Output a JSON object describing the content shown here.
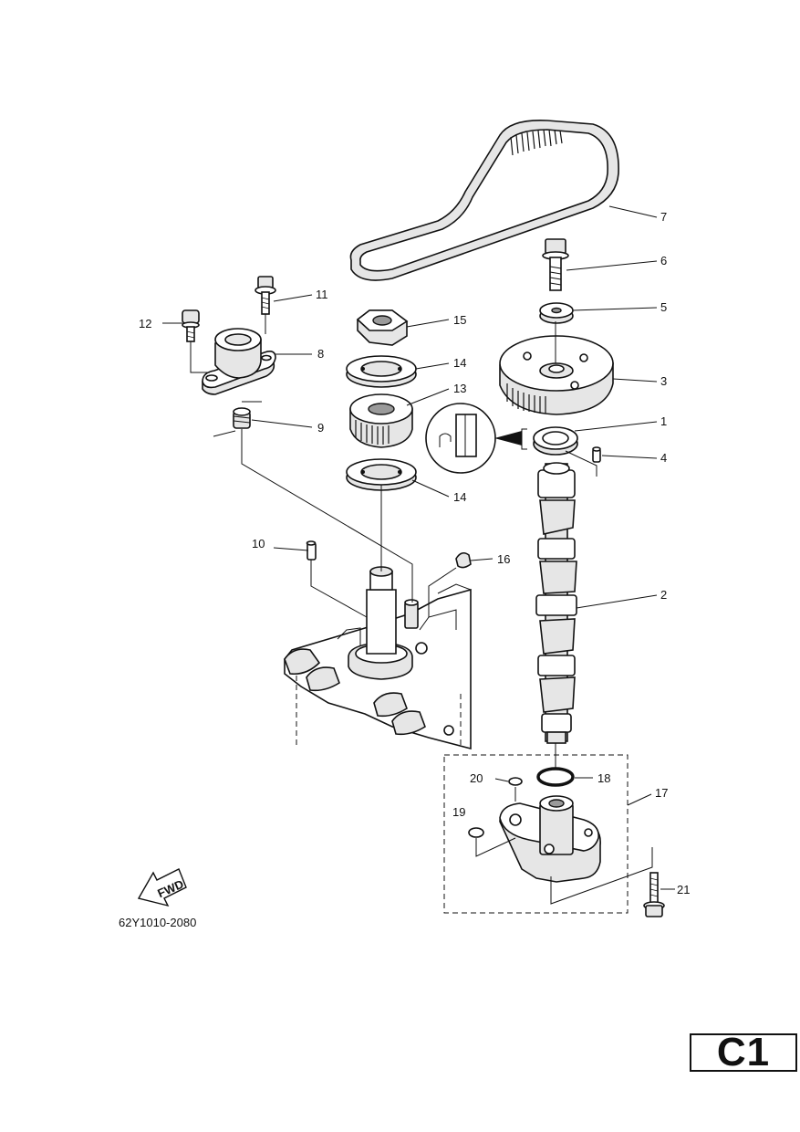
{
  "diagram": {
    "callouts": [
      {
        "id": "1",
        "label": "1"
      },
      {
        "id": "2",
        "label": "2"
      },
      {
        "id": "3",
        "label": "3"
      },
      {
        "id": "4",
        "label": "4"
      },
      {
        "id": "5",
        "label": "5"
      },
      {
        "id": "6",
        "label": "6"
      },
      {
        "id": "7",
        "label": "7"
      },
      {
        "id": "8",
        "label": "8"
      },
      {
        "id": "9",
        "label": "9"
      },
      {
        "id": "10",
        "label": "10"
      },
      {
        "id": "11",
        "label": "11"
      },
      {
        "id": "12",
        "label": "12"
      },
      {
        "id": "13",
        "label": "13"
      },
      {
        "id": "14a",
        "label": "14"
      },
      {
        "id": "14b",
        "label": "14"
      },
      {
        "id": "15",
        "label": "15"
      },
      {
        "id": "16",
        "label": "16"
      },
      {
        "id": "17",
        "label": "17"
      },
      {
        "id": "18",
        "label": "18"
      },
      {
        "id": "19",
        "label": "19"
      },
      {
        "id": "20",
        "label": "20"
      },
      {
        "id": "21",
        "label": "21"
      }
    ],
    "fwd_label": "FWD",
    "reference_code": "62Y1010-2080"
  },
  "section": {
    "code": "C1"
  }
}
